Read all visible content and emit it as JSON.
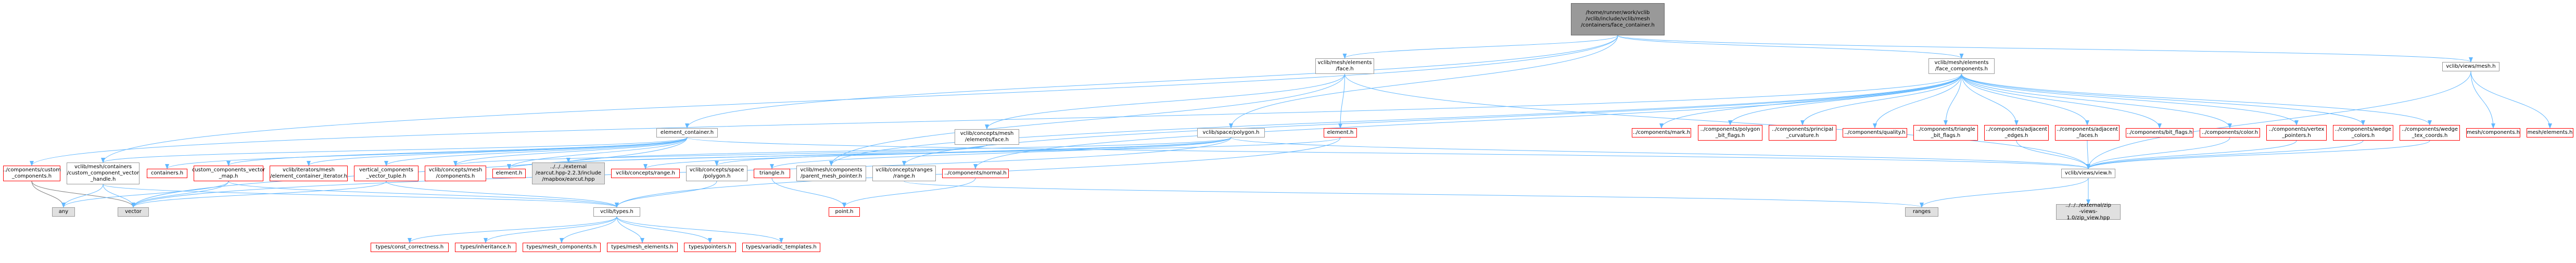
{
  "colors": {
    "edge_blue": "#63b8ff",
    "edge_gray": "#7f7f7f",
    "border_red": "#ff0000",
    "border_gray": "#999999",
    "root_fill": "#999999",
    "gray_fill": "#e0e0e0"
  },
  "nodes": {
    "root": "/home/runner/work/vclib\n/vclib/include/vclib/mesh\n/containers/face_container.h",
    "elements_face": "vclib/mesh/elements\n/face.h",
    "elements_face_components": "vclib/mesh/elements\n/face_components.h",
    "views_mesh": "vclib/views/mesh.h",
    "element_container": "element_container.h",
    "concepts_mesh_elements_face": "vclib/concepts/mesh\n/elements/face.h",
    "space_polygon": "vclib/space/polygon.h",
    "element_h": "element.h",
    "components_mark": "../components/mark.h",
    "components_polygon_bit_flags": "../components/polygon\n_bit_flags.h",
    "components_principal_curvature": "../components/principal\n_curvature.h",
    "components_quality": "../components/quality.h",
    "components_triangle_bit_flags": "../components/triangle\n_bit_flags.h",
    "components_adjacent_edges": "../components/adjacent\n_edges.h",
    "components_adjacent_faces": "../components/adjacent\n_faces.h",
    "components_bit_flags": "../components/bit_flags.h",
    "components_color": "../components/color.h",
    "components_vertex_pointers": "../components/vertex\n_pointers.h",
    "components_wedge_colors": "../components/wedge\n_colors.h",
    "components_wedge_tex_coords": "../components/wedge\n_tex_coords.h",
    "mesh_components": "mesh/components.h",
    "mesh_elements": "mesh/elements.h",
    "components_custom_components": "../components/custom\n_components.h",
    "custom_component_vector_handle": "vclib/mesh/containers\n/custom_component_vector\n_handle.h",
    "containers_h": "containers.h",
    "custom_components_vector_map": "custom_components_vector\n_map.h",
    "iterators_element_container_iterator": "vclib/iterators/mesh\n/element_container_iterator.h",
    "vertical_components_vector_tuple": "vertical_components\n_vector_tuple.h",
    "concepts_mesh_components": "vclib/concepts/mesh\n/components.h",
    "element_h_2": "element.h",
    "mapbox_earcut": "../../../external\n/earcut.hpp-2.2.3/include\n/mapbox/earcut.hpp",
    "concepts_range": "vclib/concepts/range.h",
    "concepts_space_polygon": "vclib/concepts/space\n/polygon.h",
    "triangle_h": "triangle.h",
    "mesh_components_parent_mesh_pointer": "vclib/mesh/components\n/parent_mesh_pointer.h",
    "concepts_ranges_range": "vclib/concepts/ranges\n/range.h",
    "components_normal": "../components/normal.h",
    "views_view": "vclib/views/view.h",
    "any": "any",
    "vector": "vector",
    "types_h": "vclib/types.h",
    "point_h": "point.h",
    "ranges": "ranges",
    "zip_view": "../../../external/zip\n-views-1.0/zip_view.hpp",
    "types_const_correctness": "types/const_correctness.h",
    "types_inheritance": "types/inheritance.h",
    "types_mesh_components": "types/mesh_components.h",
    "types_mesh_elements": "types/mesh_elements.h",
    "types_pointers": "types/pointers.h",
    "types_variadic_templates": "types/variadic_templates.h"
  }
}
